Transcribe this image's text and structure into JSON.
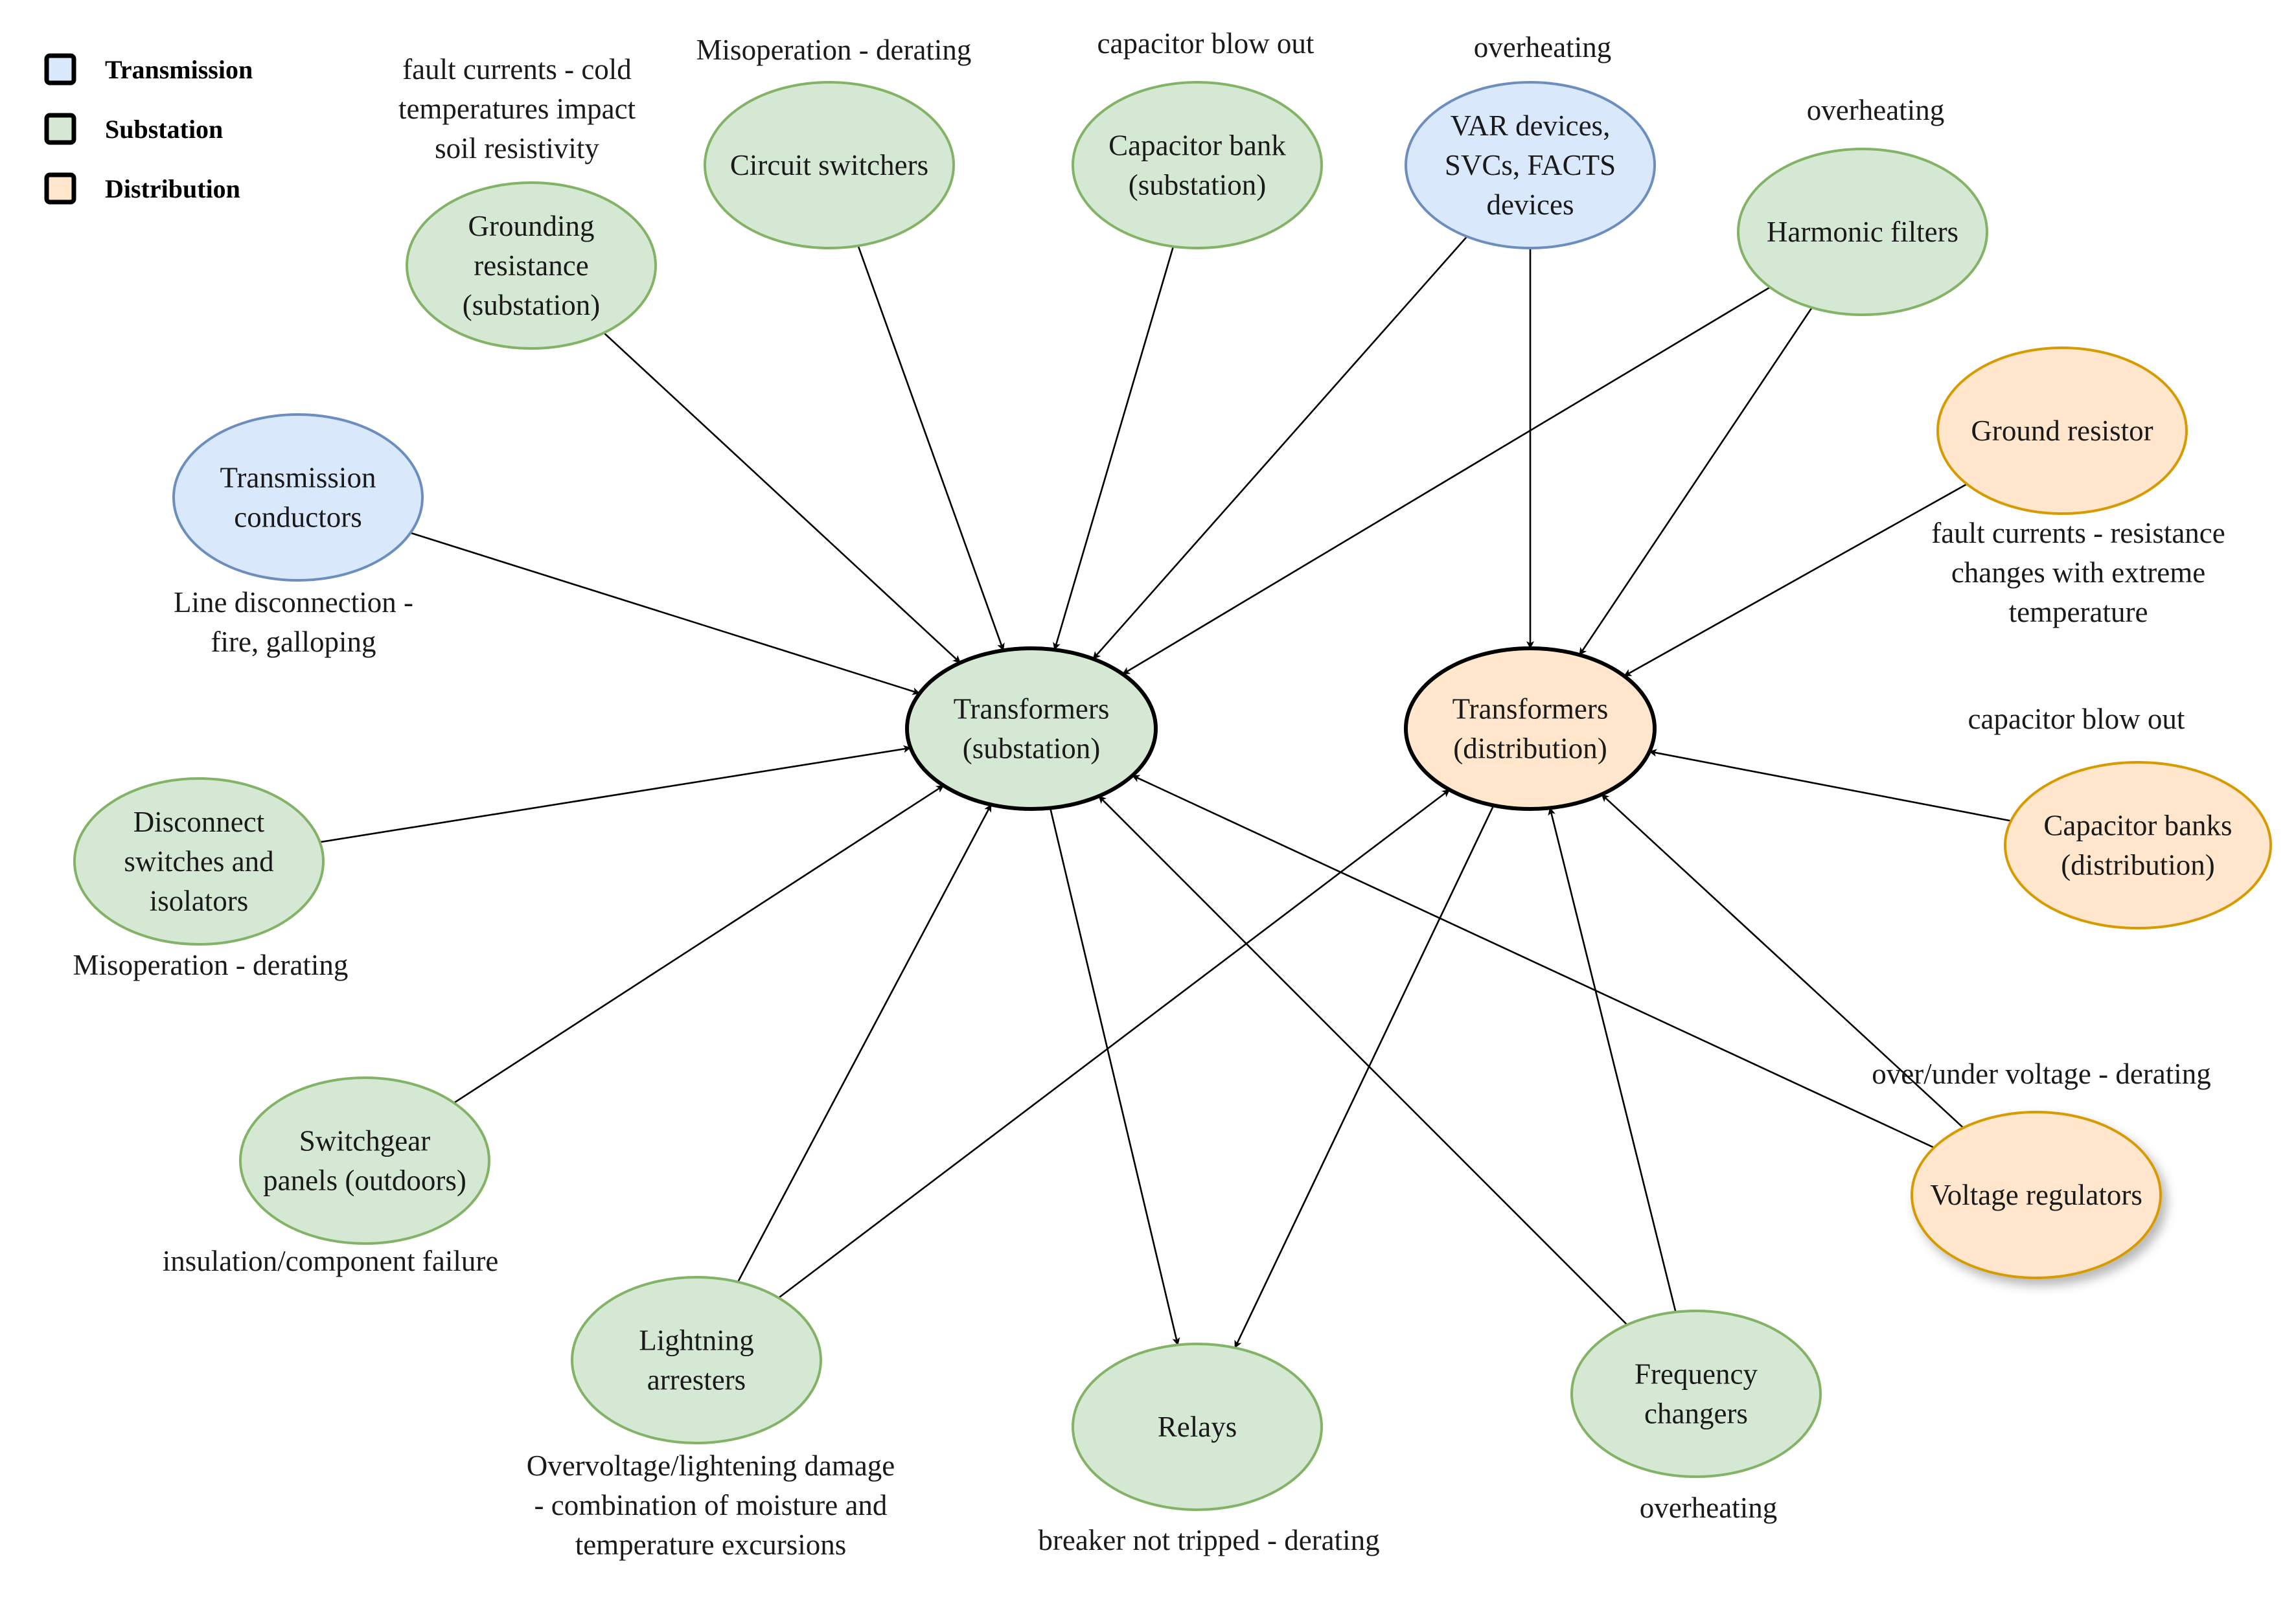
{
  "legend": [
    {
      "id": "transmission",
      "label": "Transmission",
      "color": "#dae8fc"
    },
    {
      "id": "substation",
      "label": "Substation",
      "color": "#d5e8d4"
    },
    {
      "id": "distribution",
      "label": "Distribution",
      "color": "#ffe6cc"
    }
  ],
  "categories": {
    "transmission": {
      "fill": "#dae8fc",
      "stroke": "#6c8ebf"
    },
    "substation": {
      "fill": "#d5e8d4",
      "stroke": "#82b366"
    },
    "distribution": {
      "fill": "#ffe6cc",
      "stroke": "#d79b00"
    }
  },
  "nodes": [
    {
      "id": "tx-sub",
      "name": "transformers-substation-node",
      "category": "substation",
      "lines": [
        "Transformers",
        "(substation)"
      ],
      "bold_border": true
    },
    {
      "id": "tx-dist",
      "name": "transformers-distribution-node",
      "category": "distribution",
      "lines": [
        "Transformers",
        "(distribution)"
      ],
      "bold_border": true
    },
    {
      "id": "grounding",
      "name": "grounding-resistance-node",
      "category": "substation",
      "lines": [
        "Grounding",
        "resistance",
        "(substation)"
      ]
    },
    {
      "id": "circuit-sw",
      "name": "circuit-switchers-node",
      "category": "substation",
      "lines": [
        "Circuit switchers"
      ]
    },
    {
      "id": "cap-bank-sub",
      "name": "capacitor-bank-substation-node",
      "category": "substation",
      "lines": [
        "Capacitor bank",
        "(substation)"
      ]
    },
    {
      "id": "var",
      "name": "var-devices-node",
      "category": "transmission",
      "lines": [
        "VAR devices,",
        "SVCs, FACTS",
        "devices"
      ]
    },
    {
      "id": "harmonic",
      "name": "harmonic-filters-node",
      "category": "substation",
      "lines": [
        "Harmonic filters"
      ]
    },
    {
      "id": "ground-res",
      "name": "ground-resistor-node",
      "category": "distribution",
      "lines": [
        "Ground resistor"
      ]
    },
    {
      "id": "tx-cond",
      "name": "transmission-conductors-node",
      "category": "transmission",
      "lines": [
        "Transmission",
        "conductors"
      ]
    },
    {
      "id": "disconnect",
      "name": "disconnect-switches-node",
      "category": "substation",
      "lines": [
        "Disconnect",
        "switches and",
        "isolators"
      ]
    },
    {
      "id": "switchgear",
      "name": "switchgear-panels-node",
      "category": "substation",
      "lines": [
        "Switchgear",
        "panels (outdoors)"
      ]
    },
    {
      "id": "lightning",
      "name": "lightning-arresters-node",
      "category": "substation",
      "lines": [
        "Lightning",
        "arresters"
      ]
    },
    {
      "id": "relays",
      "name": "relays-node",
      "category": "substation",
      "lines": [
        "Relays"
      ]
    },
    {
      "id": "freq",
      "name": "frequency-changers-node",
      "category": "substation",
      "lines": [
        "Frequency",
        "changers"
      ]
    },
    {
      "id": "volt-reg",
      "name": "voltage-regulators-node",
      "category": "distribution",
      "lines": [
        "Voltage regulators"
      ],
      "shadow": true
    },
    {
      "id": "cap-banks-dist",
      "name": "capacitor-banks-distribution-node",
      "category": "distribution",
      "lines": [
        "Capacitor banks",
        "(distribution)"
      ]
    }
  ],
  "annotations": [
    {
      "id": "a-grounding",
      "lines": [
        "fault currents - cold",
        "temperatures impact",
        "soil resistivity"
      ]
    },
    {
      "id": "a-circuit",
      "lines": [
        "Misoperation - derating"
      ]
    },
    {
      "id": "a-capsub",
      "lines": [
        "capacitor blow out"
      ]
    },
    {
      "id": "a-var",
      "lines": [
        "overheating"
      ]
    },
    {
      "id": "a-harmonic",
      "lines": [
        "overheating"
      ]
    },
    {
      "id": "a-groundres",
      "lines": [
        "fault currents - resistance",
        "changes with extreme",
        "temperature"
      ]
    },
    {
      "id": "a-txcond",
      "lines": [
        "Line disconnection -",
        "fire, galloping"
      ]
    },
    {
      "id": "a-capdist",
      "lines": [
        "capacitor blow out"
      ]
    },
    {
      "id": "a-disconnect",
      "lines": [
        "Misoperation - derating"
      ]
    },
    {
      "id": "a-voltreg",
      "lines": [
        "over/under voltage - derating"
      ]
    },
    {
      "id": "a-switchgear",
      "lines": [
        "insulation/component failure"
      ]
    },
    {
      "id": "a-lightning",
      "lines": [
        "Overvoltage/lightening damage",
        "- combination of moisture and",
        "temperature excursions"
      ]
    },
    {
      "id": "a-freq",
      "lines": [
        "overheating"
      ]
    },
    {
      "id": "a-relays",
      "lines": [
        "breaker not tripped - derating"
      ]
    }
  ],
  "edges": [
    {
      "from": "grounding",
      "to": "tx-sub"
    },
    {
      "from": "circuit-sw",
      "to": "tx-sub"
    },
    {
      "from": "cap-bank-sub",
      "to": "tx-sub"
    },
    {
      "from": "var",
      "to": "tx-sub"
    },
    {
      "from": "harmonic",
      "to": "tx-sub"
    },
    {
      "from": "tx-cond",
      "to": "tx-sub"
    },
    {
      "from": "disconnect",
      "to": "tx-sub"
    },
    {
      "from": "switchgear",
      "to": "tx-sub"
    },
    {
      "from": "lightning",
      "to": "tx-sub"
    },
    {
      "from": "freq",
      "to": "tx-sub"
    },
    {
      "from": "volt-reg",
      "to": "tx-sub"
    },
    {
      "from": "tx-sub",
      "to": "relays"
    },
    {
      "from": "var",
      "to": "tx-dist"
    },
    {
      "from": "harmonic",
      "to": "tx-dist"
    },
    {
      "from": "ground-res",
      "to": "tx-dist"
    },
    {
      "from": "cap-banks-dist",
      "to": "tx-dist"
    },
    {
      "from": "volt-reg",
      "to": "tx-dist"
    },
    {
      "from": "freq",
      "to": "tx-dist"
    },
    {
      "from": "lightning",
      "to": "tx-dist"
    },
    {
      "from": "tx-dist",
      "to": "relays"
    }
  ]
}
